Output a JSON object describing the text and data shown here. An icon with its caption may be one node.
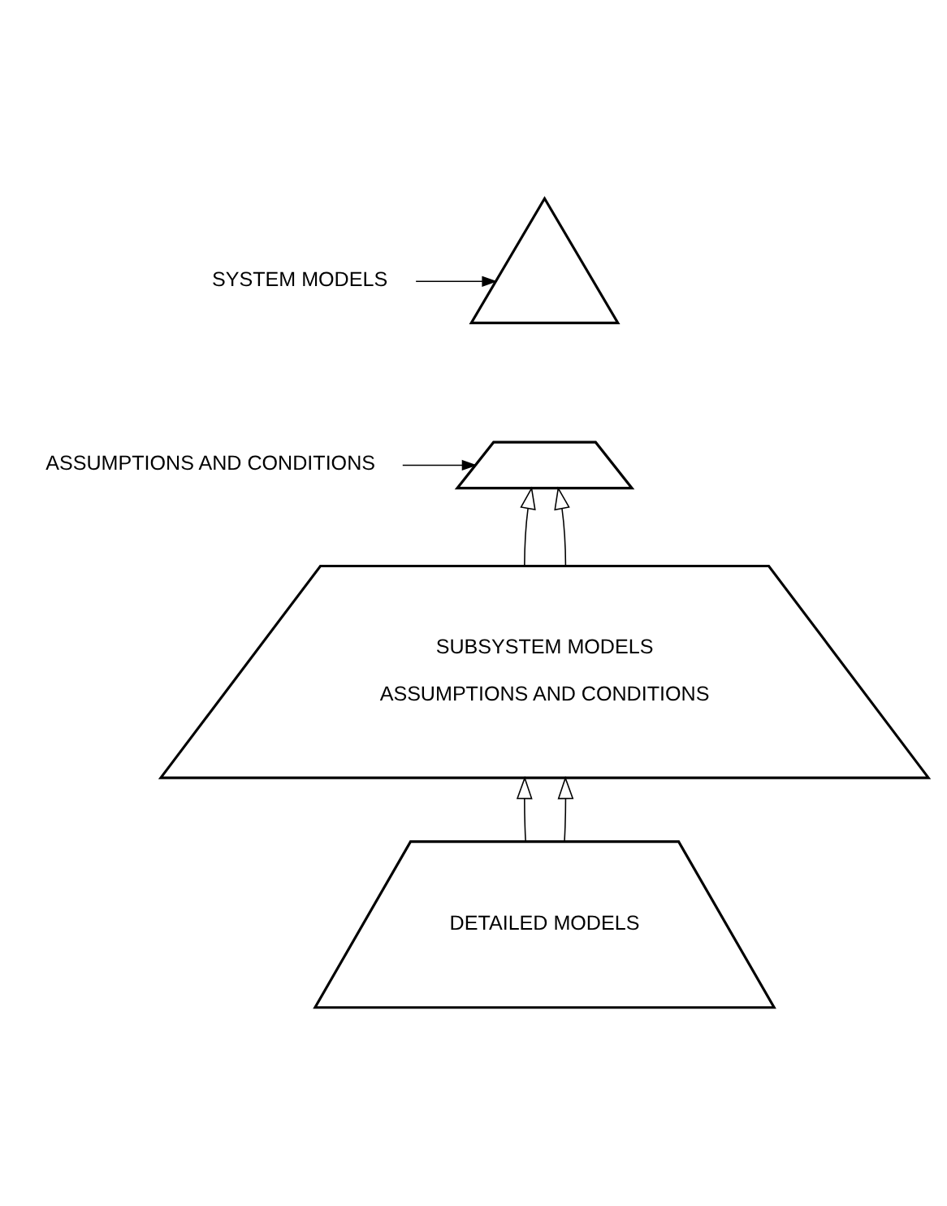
{
  "diagram": {
    "nodes": [
      {
        "text": [
          "SYSTEM MODELS"
        ]
      },
      {
        "text": [
          "ASSUMPTIONS AND CONDITIONS"
        ]
      },
      {
        "text": [],
        "shape": "triangle"
      },
      {
        "text": [],
        "shape": "trapezium"
      },
      {
        "text": [
          "SUBSYSTEM MODELS",
          "ASSUMPTIONS AND CONDITIONS"
        ]
      },
      {
        "text": [
          "DETAILED MODELS"
        ]
      }
    ],
    "edges": [
      {
        "from": 0,
        "to": 2,
        "arrow": "to"
      },
      {
        "from": 1,
        "to": 3,
        "arrow": "to"
      },
      {
        "from": 4,
        "to": 3,
        "arrow": "to"
      },
      {
        "from": 4,
        "to": 3,
        "arrow": "to"
      },
      {
        "from": 5,
        "to": 4,
        "arrow": "to"
      },
      {
        "from": 5,
        "to": 4,
        "arrow": "to"
      }
    ]
  }
}
